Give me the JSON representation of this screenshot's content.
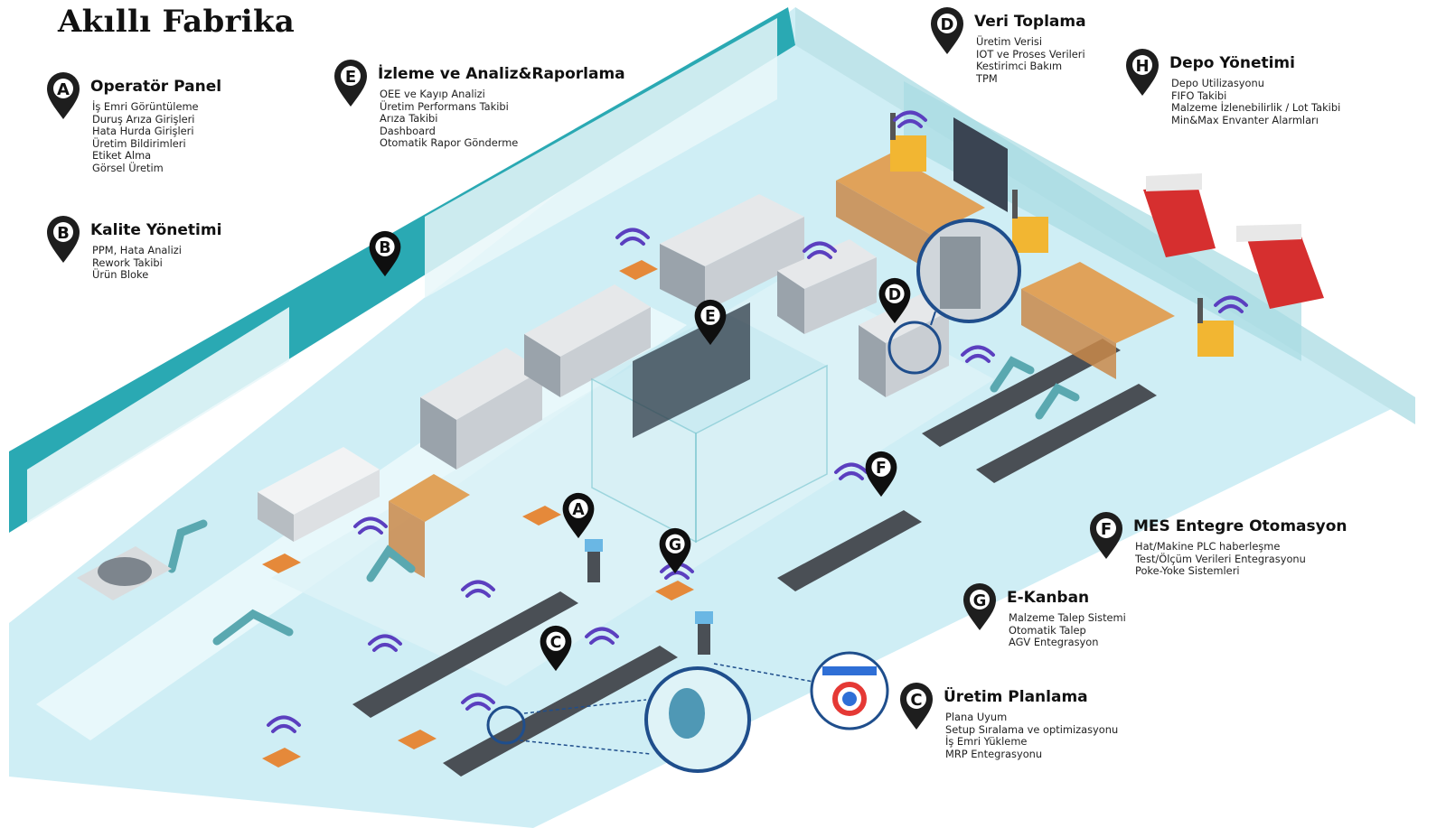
{
  "title": "Akıllı Fabrika",
  "colors": {
    "floor": "#cfeef5",
    "wall": "#2aa9b3",
    "pin": "#1e1e1e",
    "wifi": "#5b3fbf",
    "machine": "#d9dcde",
    "truck": "#d62f2f",
    "forklift": "#f2b632",
    "agv": "#e5893a"
  },
  "sections": [
    {
      "letter": "A",
      "heading": "Operatör Panel",
      "items": [
        "İş Emri Görüntüleme",
        "Duruş Arıza Girişleri",
        "Hata Hurda Girişleri",
        "Üretim Bildirimleri",
        "Etiket Alma",
        "Görsel Üretim"
      ]
    },
    {
      "letter": "B",
      "heading": "Kalite Yönetimi",
      "items": [
        "PPM, Hata Analizi",
        "Rework  Takibi",
        "Ürün Bloke"
      ]
    },
    {
      "letter": "E",
      "heading": "İzleme ve Analiz&Raporlama",
      "items": [
        "OEE ve Kayıp Analizi",
        "Üretim Performans Takibi",
        "Arıza Takibi",
        "Dashboard",
        "Otomatik Rapor Gönderme"
      ]
    },
    {
      "letter": "D",
      "heading": "Veri Toplama",
      "items": [
        "Üretim Verisi",
        "IOT ve Proses Verileri",
        "Kestirimci Bakım",
        "TPM"
      ]
    },
    {
      "letter": "H",
      "heading": "Depo Yönetimi",
      "items": [
        "Depo Utilizasyonu",
        "FIFO Takibi",
        "Malzeme İzlenebilirlik / Lot Takibi",
        "Min&Max Envanter Alarmları"
      ]
    },
    {
      "letter": "F",
      "heading": "MES Entegre Otomasyon",
      "items": [
        "Hat/Makine PLC haberleşme",
        "Test/Ölçüm Verileri Entegrasyonu",
        "Poke-Yoke Sistemleri"
      ]
    },
    {
      "letter": "G",
      "heading": "E-Kanban",
      "items": [
        "Malzeme Talep Sistemi",
        "Otomatik Talep",
        "AGV Entegrasyon"
      ]
    },
    {
      "letter": "C",
      "heading": "Üretim Planlama",
      "items": [
        "Plana Uyum",
        "Setup Sıralama ve optimizasyonu",
        "İş Emri Yükleme",
        "MRP Entegrasyonu"
      ]
    }
  ],
  "map_pins": [
    "B",
    "E",
    "D",
    "A",
    "G",
    "C",
    "F"
  ]
}
